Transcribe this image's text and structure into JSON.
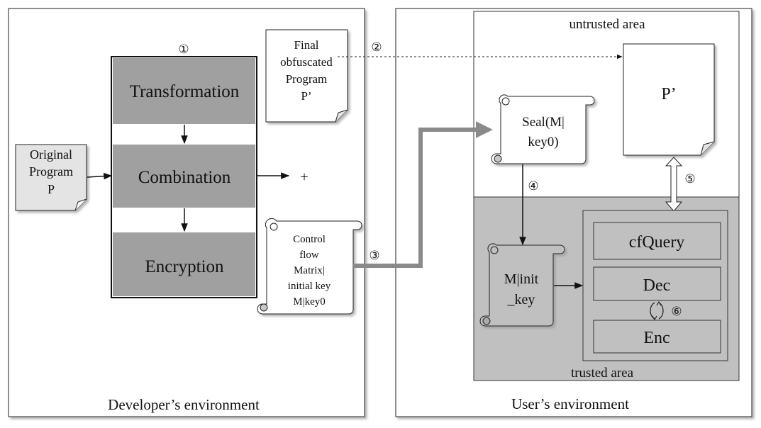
{
  "developer_env": {
    "label": "Developer’s environment",
    "step1": "①",
    "stages": [
      "Transformation",
      "Combination",
      "Encryption"
    ],
    "original_program": [
      "Original",
      "Program",
      "P"
    ],
    "final_program": [
      "Final",
      "obfuscated",
      "Program",
      "P’"
    ],
    "plus": "+",
    "control_flow_scroll": [
      "Control",
      "flow",
      "Matrix|",
      "initial key",
      "M|key0"
    ],
    "step3": "③"
  },
  "arrow_step2": "②",
  "user_env": {
    "label": "User’s environment",
    "untrusted_label": "untrusted area",
    "trusted_label": "trusted area",
    "p_prime": "P’",
    "seal_scroll": [
      "Seal(M|",
      "key0)"
    ],
    "step4": "④",
    "step5": "⑤",
    "m_init_scroll": [
      "M|init",
      "_key"
    ],
    "enclave_modules": [
      "cfQuery",
      "Dec",
      "Enc"
    ],
    "step6": "⑥"
  },
  "colors": {
    "stage_fill": "#a0a0a0",
    "trusted_fill": "#c0c0c0",
    "module_fill": "#c0c0c0",
    "doc_fill": "#e4e4e4",
    "thick_arrow": "#8a8a8a"
  }
}
